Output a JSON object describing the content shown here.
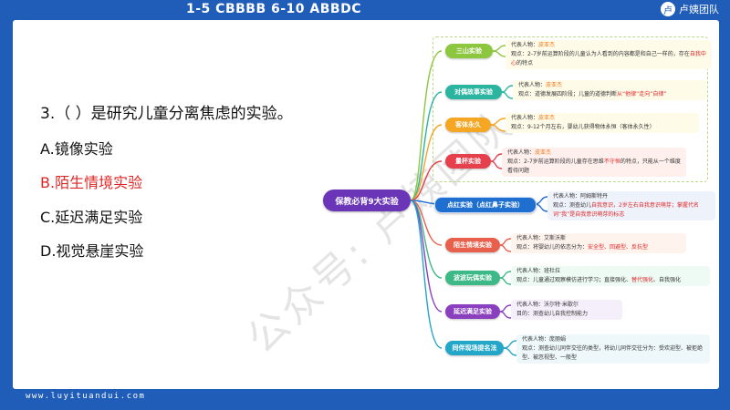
{
  "header": {
    "answers": "1-5  CBBBB    6-10 ABBDC",
    "brand": "卢姨团队",
    "avatar": "卢"
  },
  "footer": {
    "url": "www.luyituandui.com"
  },
  "question": {
    "stem": "3.（    ）是研究儿童分离焦虑的实验。",
    "options": [
      {
        "text": "A.镜像实验",
        "highlight": false
      },
      {
        "text": "B.陌生情境实验",
        "highlight": true
      },
      {
        "text": "C.延迟满足实验",
        "highlight": false
      },
      {
        "text": "D.视觉悬崖实验",
        "highlight": false
      }
    ]
  },
  "watermark": "公众号: 卢姨团队",
  "mindmap": {
    "center": "保教必背9大实验",
    "branches": [
      {
        "label": "三山实验",
        "color": "#8dc63f",
        "rep": "代表人物：",
        "rep_name": "皮亚杰",
        "view_pre": "观点：2-7岁前运算阶段的儿童认为人看到的内容都是和自己一样的，存在",
        "view_hl": "自我中心",
        "view_post": "的特点",
        "bg": "#fffbe9"
      },
      {
        "label": "对偶故事实验",
        "color": "#2bb5a0",
        "rep": "代表人物：",
        "rep_name": "皮亚杰",
        "view_pre": "观点：道德发展四阶段；儿童的道德判断",
        "view_hl": "从“他律”走向“自律”",
        "view_post": "",
        "bg": "#fffbe9"
      },
      {
        "label": "客体永久",
        "color": "#f5a623",
        "rep": "代表人物：",
        "rep_name": "皮亚杰",
        "view_pre": "观点：9-12个月左右，婴幼儿获得物体永恒（客体永久性）",
        "view_hl": "",
        "view_post": "",
        "bg": "#fffbe9"
      },
      {
        "label": "量杯实验",
        "color": "#e6404d",
        "rep": "代表人物：",
        "rep_name": "皮亚杰",
        "view_pre": "观点：2-7岁前运算阶段的儿童存在思维",
        "view_hl": "不守恒",
        "view_post": "的特点，只能从一个维度看待问题",
        "bg": "#fff0ee"
      },
      {
        "label": "点红实验（点红鼻子实验）",
        "color": "#1f6fd1",
        "rep": "代表人物：",
        "rep_name": "阿姆斯特丹",
        "view_pre": "观点：测查幼儿",
        "view_hl": "自我意识，2岁左右自我意识萌芽；掌握代名词“我”是自我意识萌芽的标志",
        "view_post": "",
        "bg": "#eef2fb"
      },
      {
        "label": "陌生情境实验",
        "color": "#e8604c",
        "rep": "代表人物：",
        "rep_name": "艾斯沃斯",
        "view_pre": "观点：将婴幼儿的依恋分为：",
        "view_hl": "安全型、回避型、反抗型",
        "view_post": "",
        "bg": "#fff3ee"
      },
      {
        "label": "波波玩偶实验",
        "color": "#3db887",
        "rep": "代表人物：",
        "rep_name": "班杜拉",
        "view_pre": "观点：儿童通过观察模仿进行学习；直接强化、",
        "view_hl": "替代强化",
        "view_post": "、自我强化",
        "bg": "#eefaf4"
      },
      {
        "label": "延迟满足实验",
        "color": "#8a3fbf",
        "rep": "代表人物：",
        "rep_name": "沃尔特·米歇尔",
        "view_pre": "目的：测查幼儿自我控制能力",
        "view_hl": "",
        "view_post": "",
        "bg": "#f5eefb"
      },
      {
        "label": "同伴现场提名法",
        "color": "#24a6c9",
        "rep": "代表人物：",
        "rep_name": "庞丽娟",
        "view_pre": "观点：测查幼儿同伴交往的类型，将幼儿同伴交往分为：受欢迎型、被拒绝型、被忽视型、一般型",
        "view_hl": "",
        "view_post": "",
        "bg": "#eef8fb"
      }
    ]
  }
}
